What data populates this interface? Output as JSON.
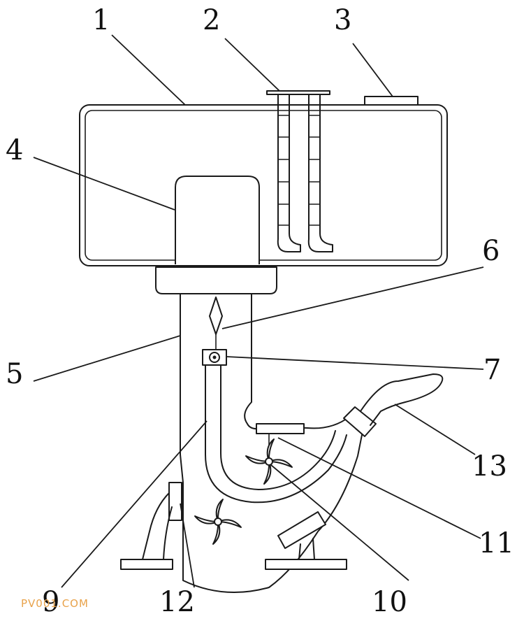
{
  "diagram": {
    "labels": {
      "l1": "1",
      "l2": "2",
      "l3": "3",
      "l4": "4",
      "l5": "5",
      "l6": "6",
      "l7": "7",
      "l9": "9",
      "l10": "10",
      "l11": "11",
      "l12": "12",
      "l13": "13"
    },
    "watermark": "PV001.COM"
  }
}
